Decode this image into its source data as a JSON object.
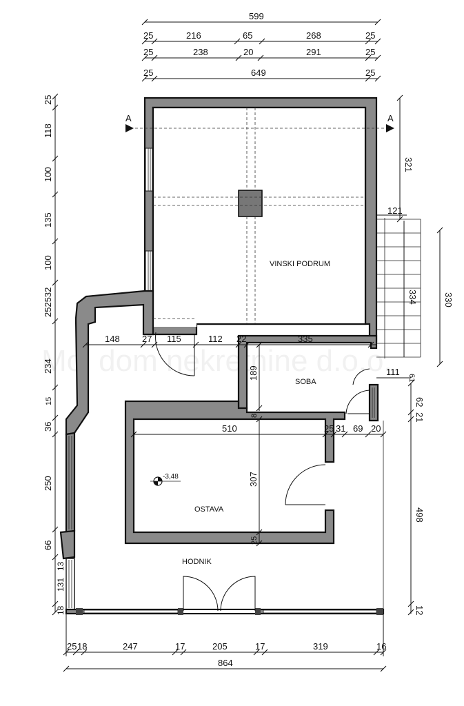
{
  "watermark": "Moj dom nekretnine d.o.o.",
  "rooms": {
    "vinski_podrum": "VINSKI PODRUM",
    "soba": "SOBA",
    "ostava": "OSTAVA",
    "hodnik": "HODNIK"
  },
  "level_marker": "-3,48",
  "section_markers": [
    "A",
    "A"
  ],
  "dimensions": {
    "top": {
      "total": "599",
      "row1": [
        "25",
        "216",
        "65",
        "268",
        "25"
      ],
      "row2": [
        "25",
        "238",
        "20",
        "291",
        "25"
      ],
      "row3": [
        "25",
        "649",
        "25"
      ]
    },
    "left": [
      "25",
      "118",
      "100",
      "135",
      "100",
      "252532",
      "234",
      "15",
      "36",
      "250",
      "66",
      "13",
      "131",
      "18"
    ],
    "right": {
      "upper": "321",
      "stair_width": "121",
      "stair_run": "334",
      "stair_total": "330",
      "lower": [
        "111",
        "61",
        "62",
        "21",
        "498",
        "12"
      ]
    },
    "interior": {
      "hall_row": [
        "148",
        "27",
        "115",
        "112",
        "22",
        "335"
      ],
      "soba_height": "189",
      "soba_wall": "8",
      "ostava_row": [
        "510",
        "25",
        "31",
        "69",
        "20"
      ],
      "ostava_height": "307",
      "ostava_wall": "25"
    },
    "bottom": {
      "row1": [
        "25",
        "18",
        "247",
        "17",
        "205",
        "17",
        "319",
        "16"
      ],
      "total": "864"
    }
  }
}
